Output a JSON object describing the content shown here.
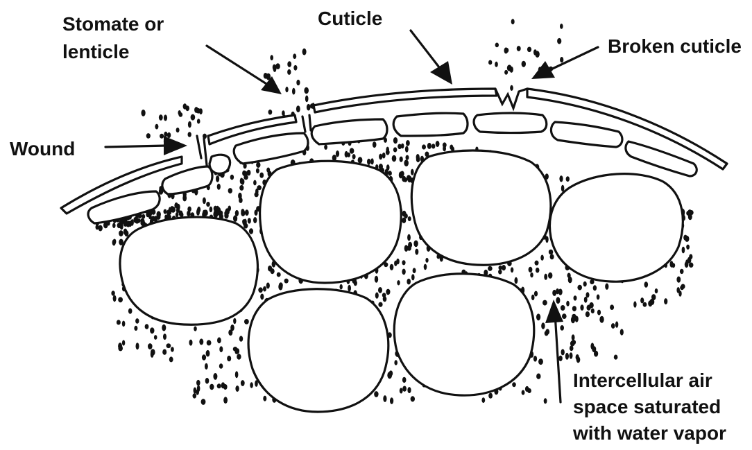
{
  "labels": {
    "stomate": [
      "Stomate or",
      "lenticle"
    ],
    "cuticle": "Cuticle",
    "broken_cuticle": "Broken cuticle",
    "wound": "Wound",
    "air_space": [
      "Intercellular air",
      "space saturated",
      "with water vapor"
    ]
  },
  "colors": {
    "ink": "#111111",
    "paper": "#ffffff"
  }
}
